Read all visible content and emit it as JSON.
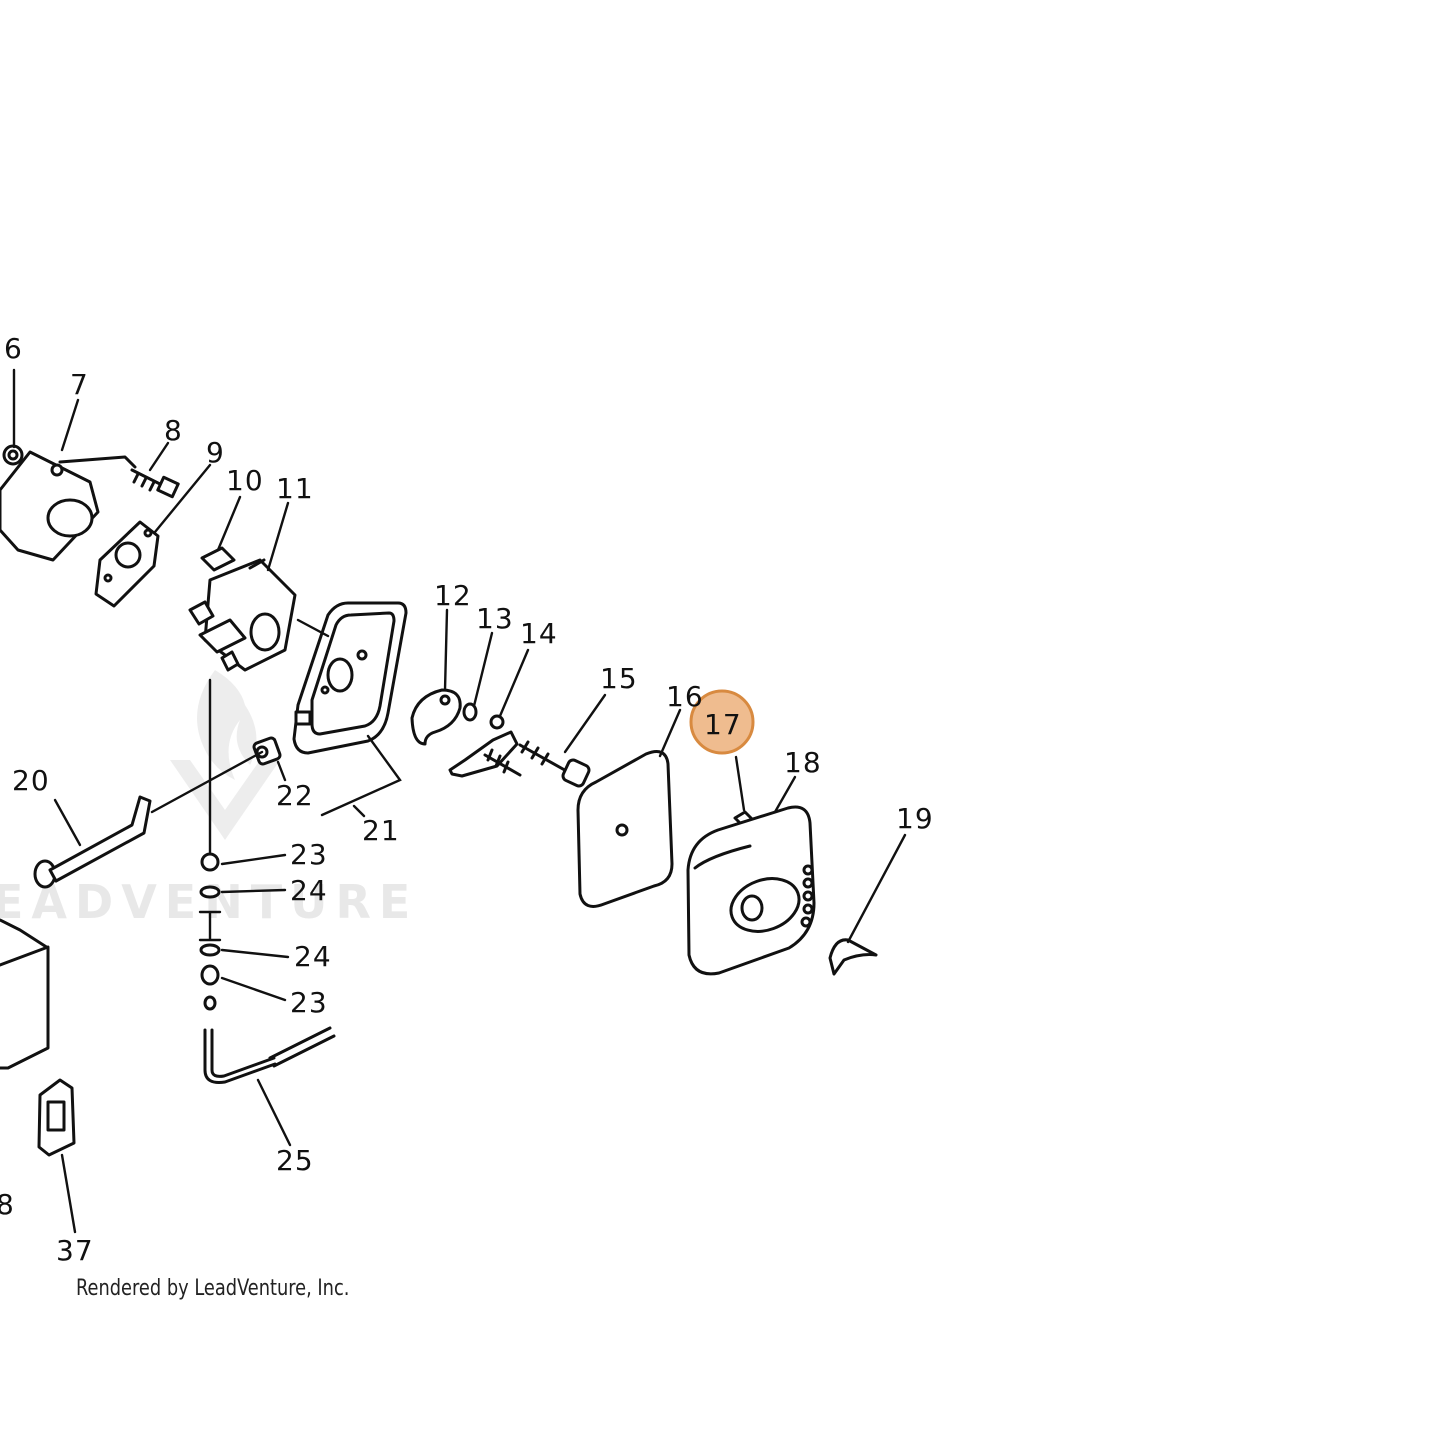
{
  "watermark_text": "EADVENTURE",
  "credit": "Rendered by LeadVenture, Inc.",
  "highlight_color": "#E8A060",
  "callouts": [
    {
      "id": "6",
      "label": "6"
    },
    {
      "id": "7",
      "label": "7"
    },
    {
      "id": "8",
      "label": "8"
    },
    {
      "id": "9",
      "label": "9"
    },
    {
      "id": "10",
      "label": "10"
    },
    {
      "id": "11",
      "label": "11"
    },
    {
      "id": "12",
      "label": "12"
    },
    {
      "id": "13",
      "label": "13"
    },
    {
      "id": "14",
      "label": "14"
    },
    {
      "id": "15",
      "label": "15"
    },
    {
      "id": "16",
      "label": "16"
    },
    {
      "id": "17",
      "label": "17",
      "highlighted": true
    },
    {
      "id": "18",
      "label": "18"
    },
    {
      "id": "19",
      "label": "19"
    },
    {
      "id": "20",
      "label": "20"
    },
    {
      "id": "21",
      "label": "21"
    },
    {
      "id": "22",
      "label": "22"
    },
    {
      "id": "23a",
      "label": "23"
    },
    {
      "id": "24a",
      "label": "24"
    },
    {
      "id": "24b",
      "label": "24"
    },
    {
      "id": "23b",
      "label": "23"
    },
    {
      "id": "25",
      "label": "25"
    },
    {
      "id": "37",
      "label": "37"
    },
    {
      "id": "38",
      "label": "8"
    }
  ]
}
